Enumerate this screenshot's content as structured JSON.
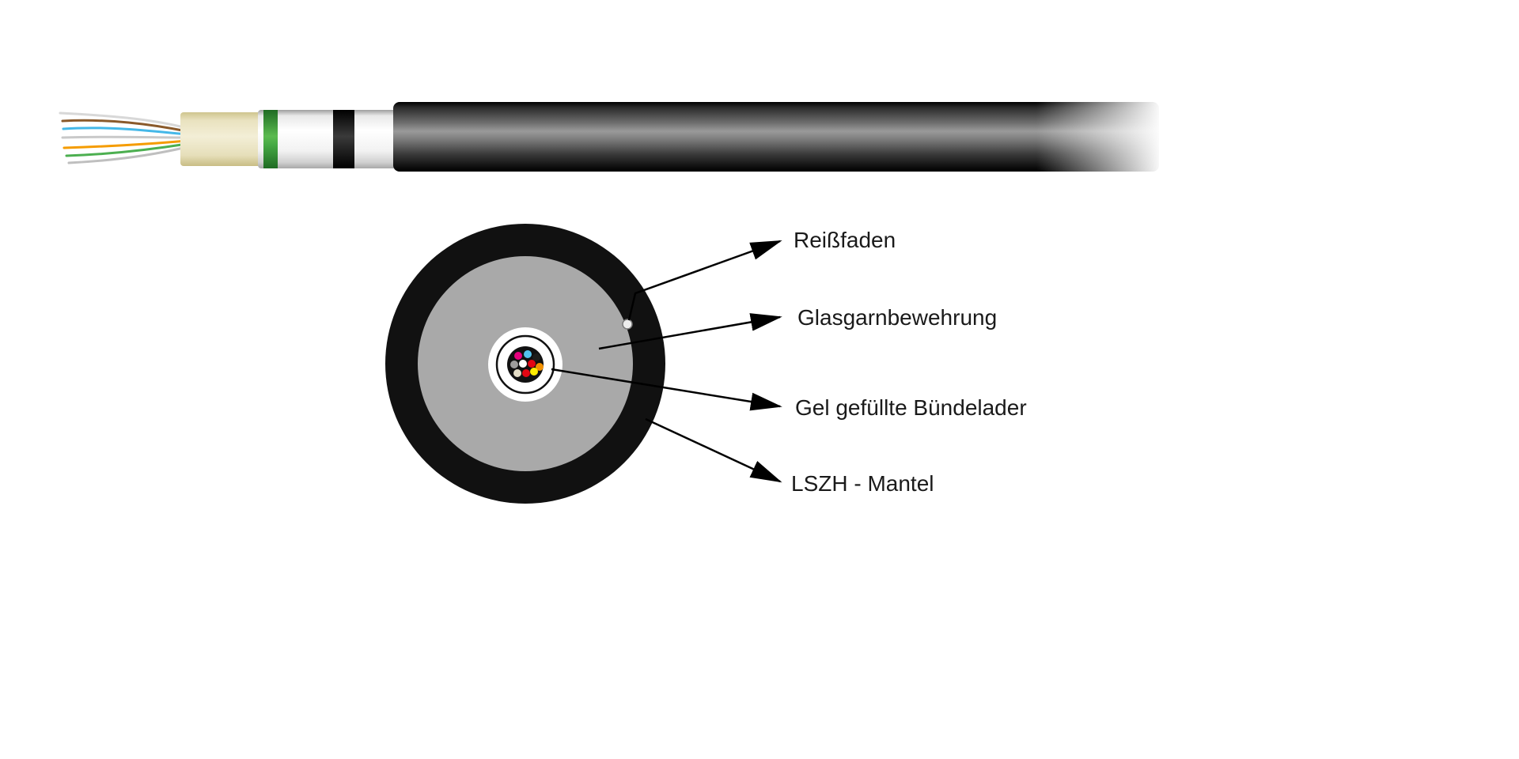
{
  "diagram": {
    "type": "fiber-optic-cable-construction",
    "labels": {
      "ripcord": "Reißfaden",
      "armor": "Glasgarnbewehrung",
      "buffer_tube": "Gel gefüllte Bündelader",
      "jacket": "LSZH - Mantel"
    },
    "colors": {
      "jacket_black": "#111111",
      "armor_gray": "#a9a9a9",
      "inner_white": "#ffffff",
      "tube_cream": "#efe8cd",
      "green_ring": "#46a944",
      "black_ring": "#111111",
      "text": "#1a1a1a",
      "arrow": "#000000",
      "ripcord_dot": "#ededed",
      "fiber_strand_colors": [
        "#d8d8d8",
        "#8a5a2b",
        "#45b8e8",
        "#c9c9c9",
        "#f59c00",
        "#4caf50",
        "#bfbfbf"
      ],
      "bundle_fiber_colors": [
        "#e6007e",
        "#53c3ee",
        "#1d1d1b",
        "#9d9d9c",
        "#ffffff",
        "#e30613",
        "#f39200",
        "#e3dcc6",
        "#e30613",
        "#ffed00"
      ]
    }
  }
}
